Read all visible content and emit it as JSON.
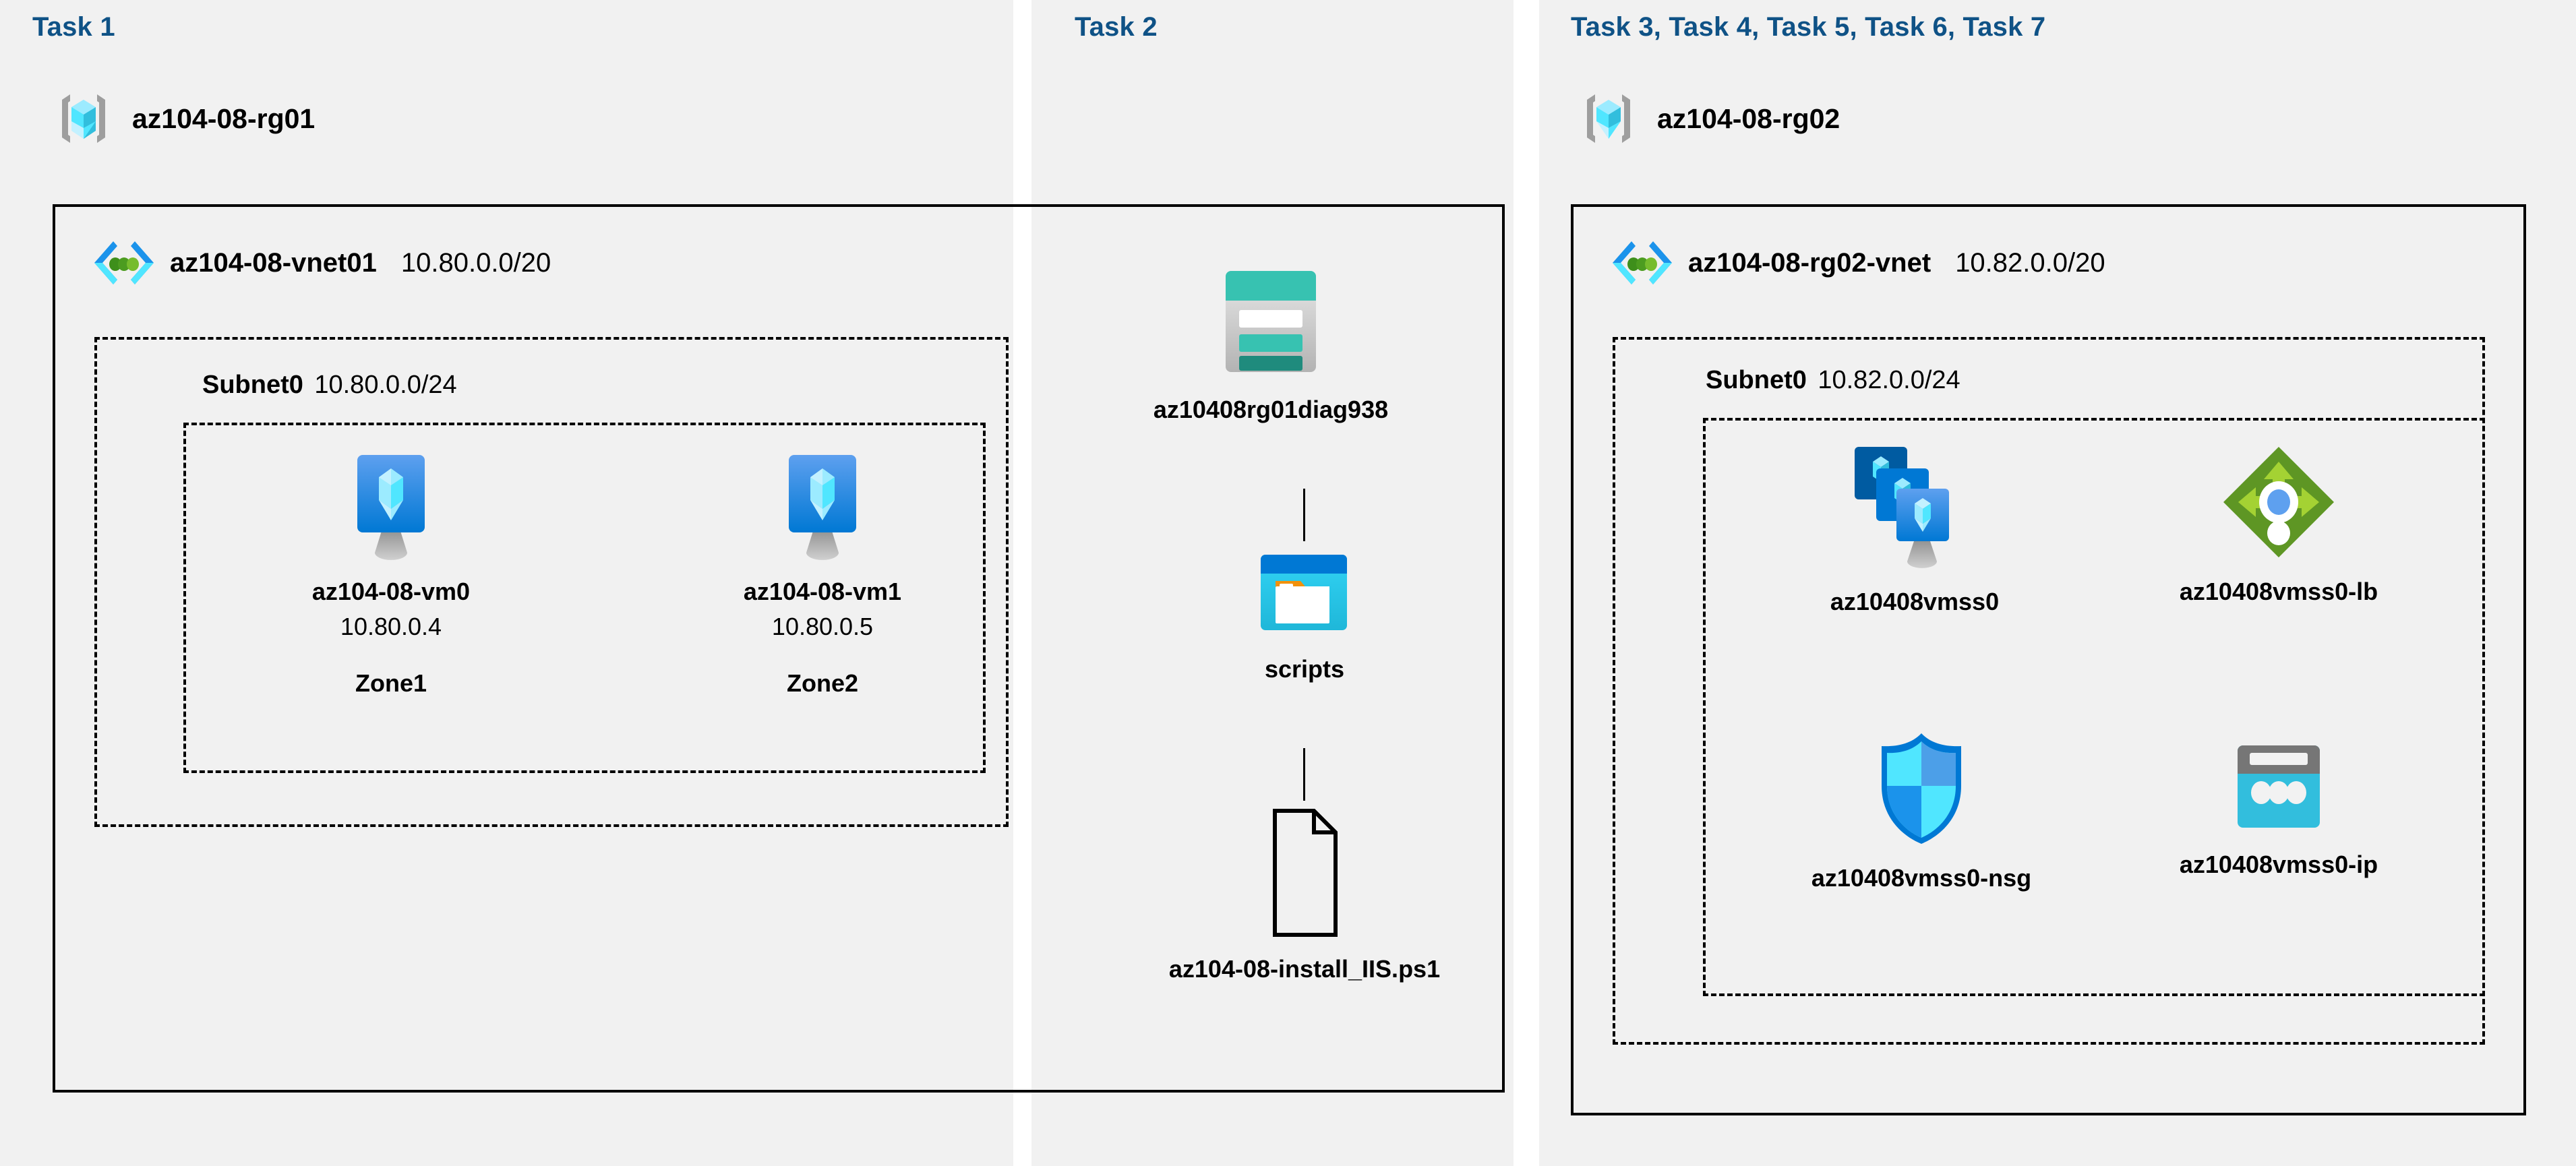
{
  "colors": {
    "task_title": "#0f5286",
    "panel_bg": "#f1f1f1",
    "page_bg": "#ffffff",
    "border": "#000000",
    "azure_blue": "#0078d4",
    "azure_cyan": "#50e6ff",
    "vnet_green": "#57a300",
    "storage_teal": "#37c2b1",
    "lb_green": "#5e9624",
    "ip_cyan": "#32bedd"
  },
  "panels": [
    {
      "id": "task1",
      "title": "Task 1"
    },
    {
      "id": "task2",
      "title": "Task 2"
    },
    {
      "id": "task3",
      "title": "Task 3, Task 4, Task 5, Task 6, Task 7"
    }
  ],
  "task1": {
    "title": "Task 1",
    "resource_group": {
      "icon": "resource-group-icon",
      "label": "az104-08-rg01"
    },
    "vnet": {
      "icon": "virtual-network-icon",
      "name": "az104-08-vnet01",
      "cidr": "10.80.0.0/20"
    },
    "subnet": {
      "name": "Subnet0",
      "cidr": "10.80.0.0/24"
    },
    "vms": [
      {
        "icon": "virtual-machine-icon",
        "name": "az104-08-vm0",
        "ip": "10.80.0.4",
        "zone": "Zone1"
      },
      {
        "icon": "virtual-machine-icon",
        "name": "az104-08-vm1",
        "ip": "10.80.0.5",
        "zone": "Zone2"
      }
    ]
  },
  "task2": {
    "title": "Task 2",
    "storage_account": {
      "icon": "storage-account-icon",
      "label": "az10408rg01diag938"
    },
    "container": {
      "icon": "blob-container-icon",
      "label": "scripts"
    },
    "file": {
      "icon": "file-icon",
      "label": "az104-08-install_IIS.ps1"
    }
  },
  "task3": {
    "title": "Task 3, Task 4, Task 5, Task 6, Task 7",
    "resource_group": {
      "icon": "resource-group-icon",
      "label": "az104-08-rg02"
    },
    "vnet": {
      "icon": "virtual-network-icon",
      "name": "az104-08-rg02-vnet",
      "cidr": "10.82.0.0/20"
    },
    "subnet": {
      "name": "Subnet0",
      "cidr": "10.82.0.0/24"
    },
    "resources": [
      {
        "icon": "vm-scale-set-icon",
        "label": "az10408vmss0"
      },
      {
        "icon": "load-balancer-icon",
        "label": "az10408vmss0-lb"
      },
      {
        "icon": "network-security-group-icon",
        "label": "az10408vmss0-nsg"
      },
      {
        "icon": "public-ip-address-icon",
        "label": "az10408vmss0-ip"
      }
    ]
  }
}
